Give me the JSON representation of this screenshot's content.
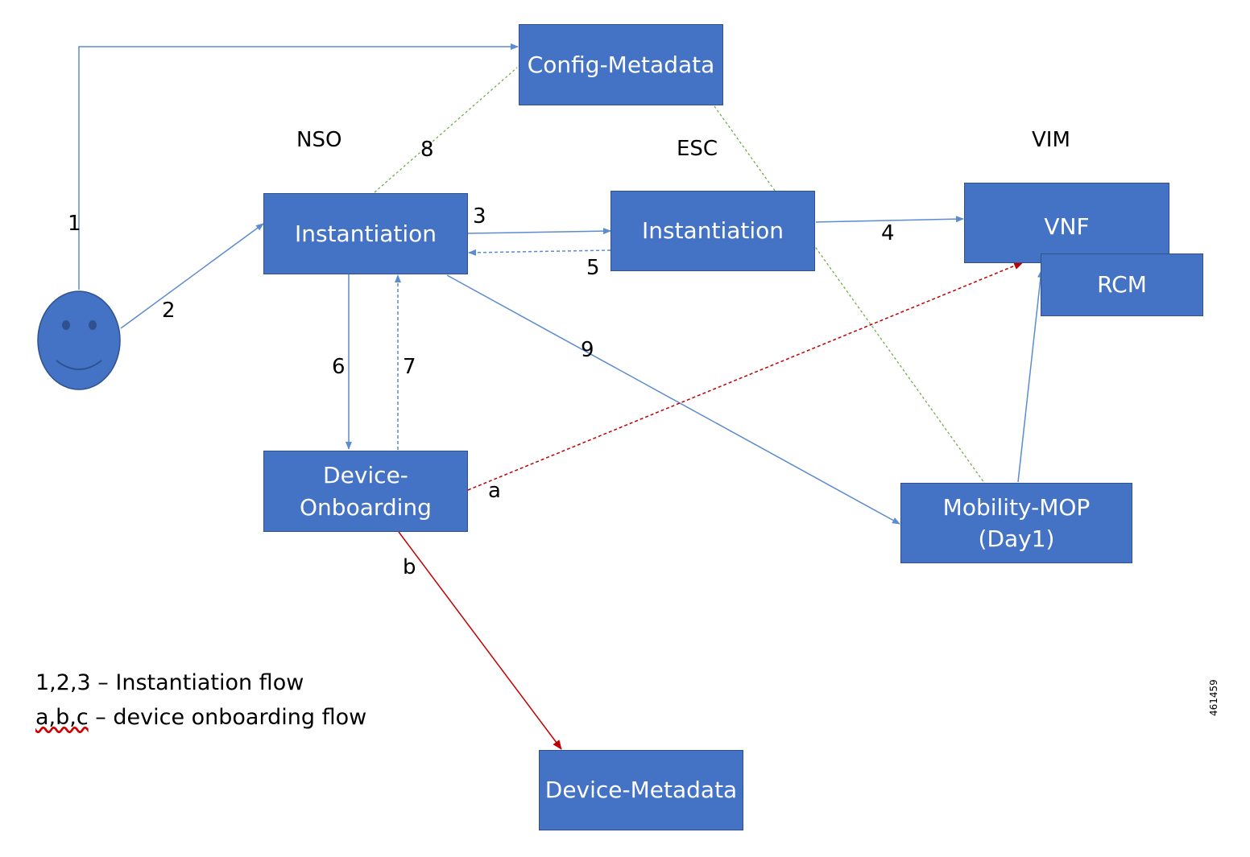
{
  "groups": {
    "nso": "NSO",
    "esc": "ESC",
    "vim": "VIM"
  },
  "nodes": {
    "config_metadata": "Config-Metadata",
    "nso_instantiation": "Instantiation",
    "esc_instantiation": "Instantiation",
    "vnf": "VNF",
    "rcm": "RCM",
    "device_onboarding": "Device-\nOnboarding",
    "mobility_mop": "Mobility-MOP (Day1)",
    "device_metadata": "Device-Metadata"
  },
  "edge_labels": {
    "e1": "1",
    "e2": "2",
    "e3": "3",
    "e4": "4",
    "e5": "5",
    "e6": "6",
    "e7": "7",
    "e8": "8",
    "e9": "9",
    "ea": "a",
    "eb": "b"
  },
  "legend": {
    "line1": "1,2,3 – Instantiation flow",
    "line2_prefix": "a,b,c",
    "line2_suffix": " – device onboarding flow"
  },
  "figure_id": "461459",
  "colors": {
    "box_fill": "#4472c4",
    "box_border": "#2f528f",
    "flow_line": "#5b8bd0",
    "red_flow": "#c00000",
    "green_dashed": "#70ad47"
  }
}
